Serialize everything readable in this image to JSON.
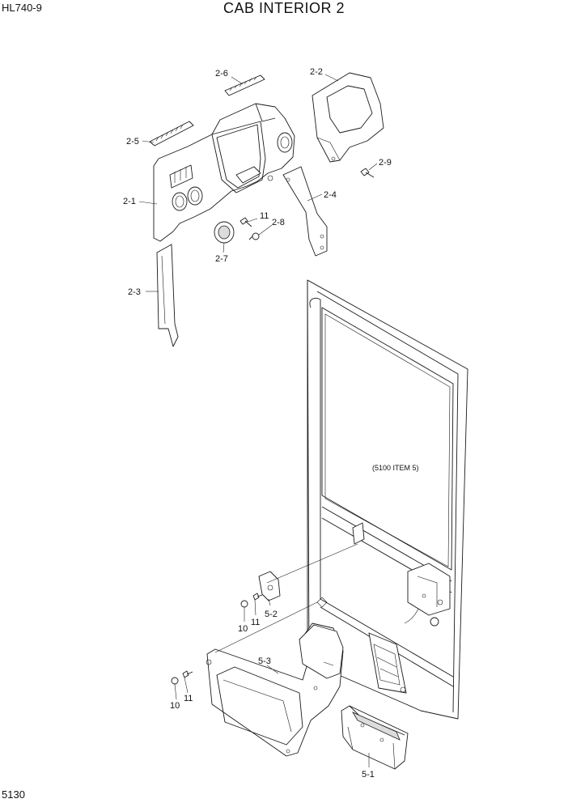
{
  "header": {
    "model": "HL740-9",
    "title": "CAB INTERIOR 2"
  },
  "footer": {
    "page_number": "5130"
  },
  "labels": {
    "l_2_6": "2-6",
    "l_2_2": "2-2",
    "l_2_5": "2-5",
    "l_2_9": "2-9",
    "l_2_4": "2-4",
    "l_2_1": "2-1",
    "l_11_top": "11",
    "l_2_8": "2-8",
    "l_2_7": "2-7",
    "l_2_3": "2-3",
    "l_ref": "(5100 ITEM 5)",
    "l_5_2": "5-2",
    "l_10_mid": "10",
    "l_11_mid": "11",
    "l_5_3": "5-3",
    "l_11_low": "11",
    "l_10_low": "10",
    "l_5_1": "5-1"
  }
}
